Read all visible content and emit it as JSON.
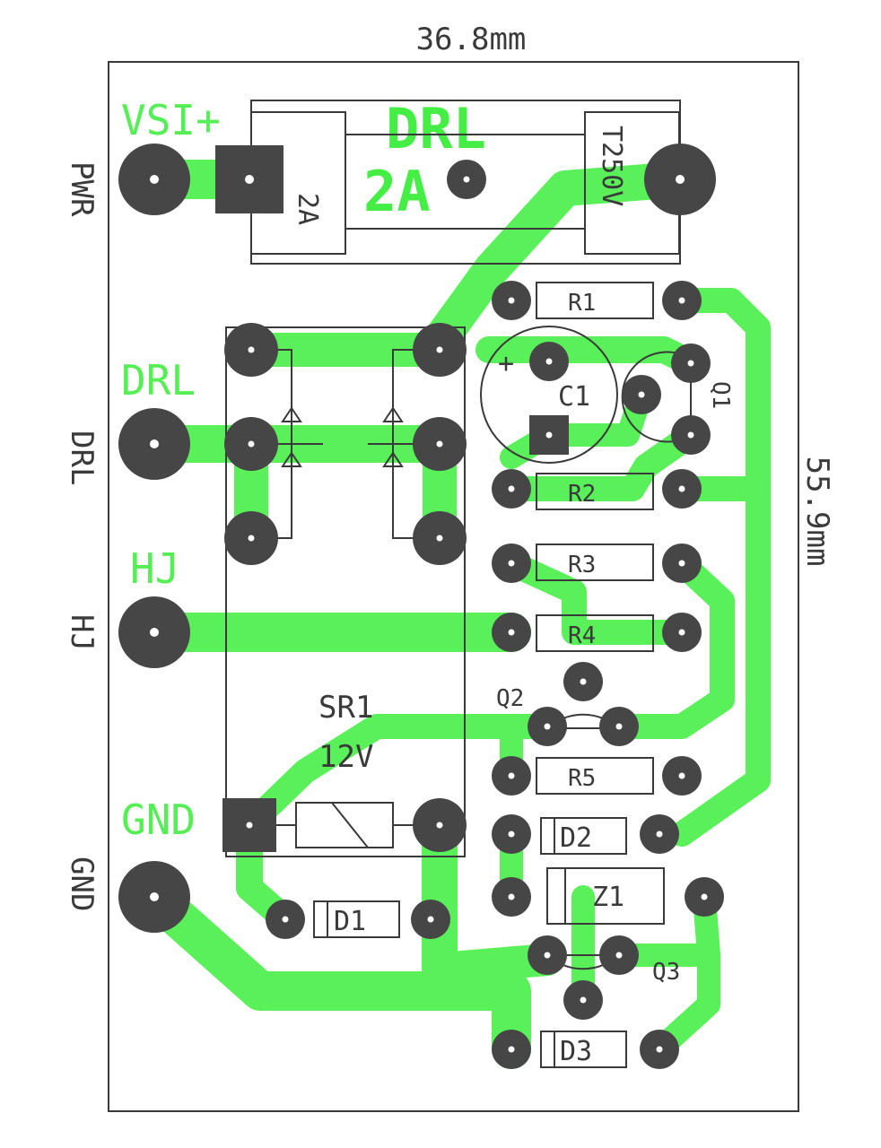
{
  "dimensions": {
    "width_label": "36.8mm",
    "height_label": "55.9mm"
  },
  "connector_labels": {
    "pwr": "PWR",
    "drl": "DRL",
    "hj": "HJ",
    "gnd": "GND"
  },
  "copper_labels": {
    "v12": "VSI+",
    "drl": "DRL",
    "hj": "HJ",
    "gnd": "GND",
    "fuse_drl": "DRL",
    "fuse_2a": "2A"
  },
  "components": {
    "fuse_rating": "2A",
    "fuse_voltage": "T250V",
    "r1": "R1",
    "r2": "R2",
    "r3": "R3",
    "r4": "R4",
    "r5": "R5",
    "c1": "C1",
    "c1_polarity": "+",
    "q1": "Q1",
    "q2": "Q2",
    "q3": "Q3",
    "d1": "D1",
    "d2": "D2",
    "d3": "D3",
    "z1": "Z1",
    "relay": "SR1",
    "relay_voltage": "12V"
  },
  "colors": {
    "copper": "#5af05a",
    "pad": "#464646",
    "silkscreen": "#3a3a3a"
  }
}
